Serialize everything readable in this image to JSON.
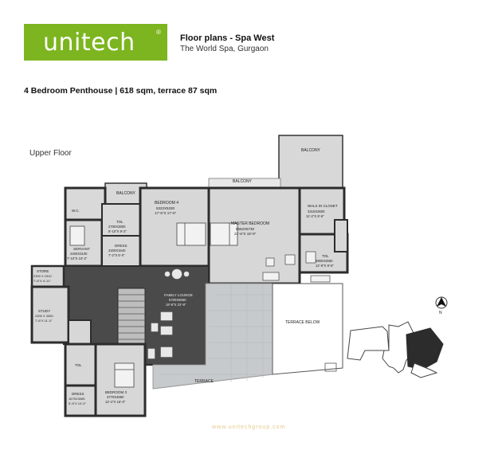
{
  "logo": {
    "text": "unitech",
    "registered": "®"
  },
  "header": {
    "title": "Floor plans - Spa West",
    "subtitle": "The World Spa, Gurgaon"
  },
  "plan_description": "4 Bedroom Penthouse | 618 sqm, terrace 87 sqm",
  "floor_label": "Upper Floor",
  "rooms": {
    "balcony_top_right": "BALCONY",
    "balcony_top": "BALCONY",
    "balcony_left": "BALCONY",
    "master_name": "MASTER BEDROOM",
    "master_metric": "6552X5730",
    "master_imperial": "21'-6\"X 18'-9\"",
    "walkin_name": "WALK IN CLOSET",
    "walkin_metric": "3415X2600",
    "walkin_imperial": "11'-2\"X 8'-6\"",
    "toilet_right_name": "TOL",
    "toilet_right_metric": "3900X2590",
    "toilet_right_imperial": "12'-9\"X 8'-6\"",
    "bed4_name": "BEDROOM 4",
    "bed4_metric": "5322X5330",
    "bed4_imperial": "17'-5\"X 17'-6\"",
    "toilet_mid_name": "TOL",
    "toilet_mid_metric": "2700X2800",
    "toilet_mid_imperial": "8'-10\"X 9'-2\"",
    "dress_mid_name": "DRESS",
    "dress_mid_metric": "2200X1540",
    "dress_mid_imperial": "7'-2\"X 5'-0\"",
    "servant_name": "SERVANT",
    "servant_metric": "2400X3100",
    "servant_imperial": "7'-10\"X 10'-2\"",
    "wc_name": "W.C.",
    "store_name": "STORE",
    "store_metric": "2300 X 1510",
    "store_imperial": "7'-6\"X 4'-11\"",
    "study_name": "STUDY",
    "study_metric": "2300 X 3350",
    "study_imperial": "7'-6\"X 11'-0\"",
    "family_name": "FAMILY LOUNGE",
    "family_metric": "5700X6960",
    "family_imperial": "18'-8\"X 22'-9\"",
    "bed3_name": "BEDROOM 3",
    "bed3_metric": "3770X4890",
    "bed3_imperial": "12'-4\"X 16'-0\"",
    "dress_low_name": "DRESS",
    "dress_low_metric": "1675X3065",
    "dress_low_imperial": "5'-5\"X 10'-0\"",
    "toilet_low_name": "TOL",
    "terrace_below": "TERRACE BELOW",
    "terrace": "TERRACE"
  },
  "compass": {
    "label": "N"
  },
  "watermark": "www.unitechgroup.com",
  "colors": {
    "brand_green": "#7cb51f",
    "wall": "#2c2c2c",
    "floor_gray": "#d7d7d7",
    "dark_zone": "#4a4a4a",
    "terrace": "#c6cacc"
  }
}
